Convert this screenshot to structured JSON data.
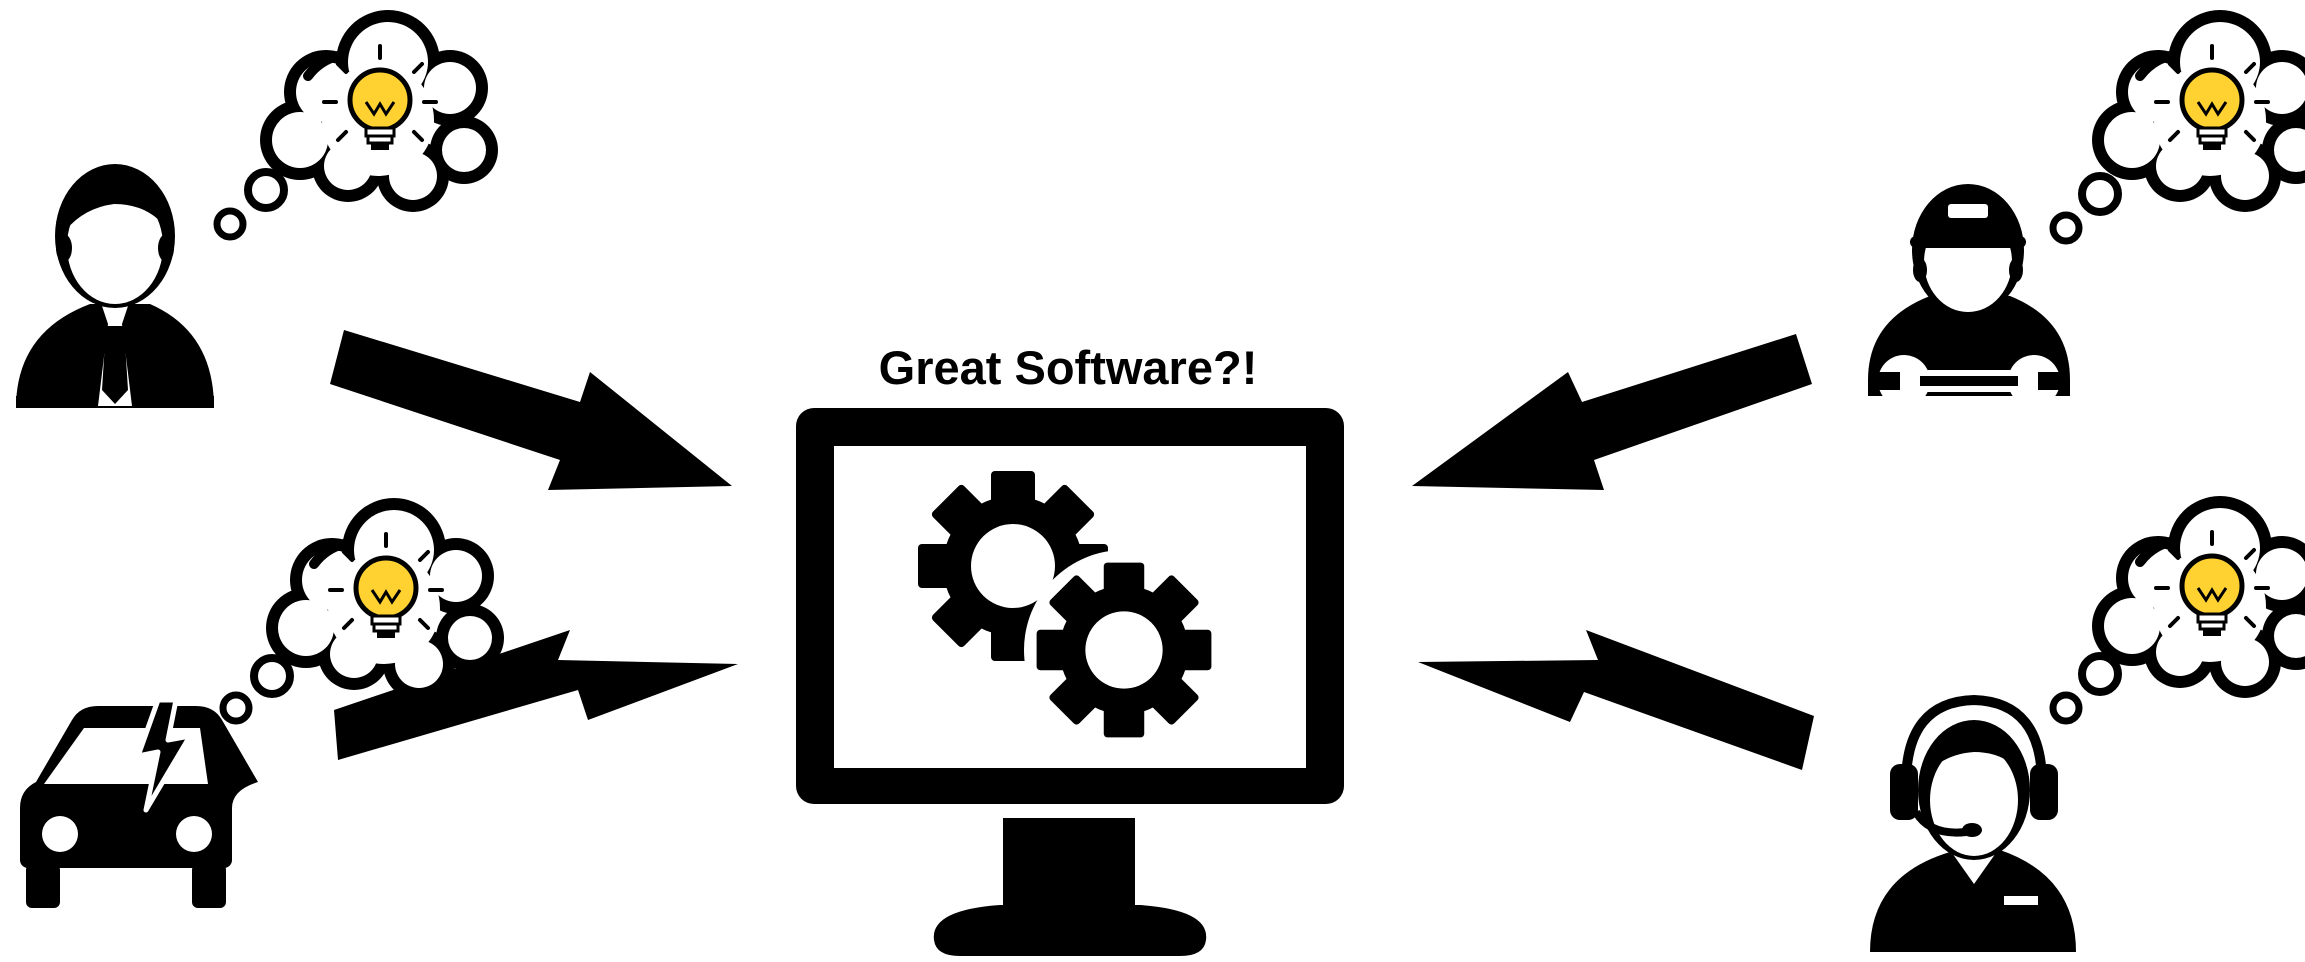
{
  "title": "Great Software?!",
  "colors": {
    "ink": "#000000",
    "bulb": "#FFD232",
    "background": "#FFFFFF"
  },
  "actors": [
    {
      "role": "business-person",
      "icon": "businessman-icon",
      "has_idea": true
    },
    {
      "role": "mechanic",
      "icon": "mechanic-icon",
      "has_idea": true
    },
    {
      "role": "electric-car",
      "icon": "electric-car-icon",
      "has_idea": true
    },
    {
      "role": "support-agent",
      "icon": "call-center-agent-icon",
      "has_idea": true
    }
  ],
  "center": {
    "icon": "monitor-icon",
    "content_icon": "gears-icon"
  }
}
